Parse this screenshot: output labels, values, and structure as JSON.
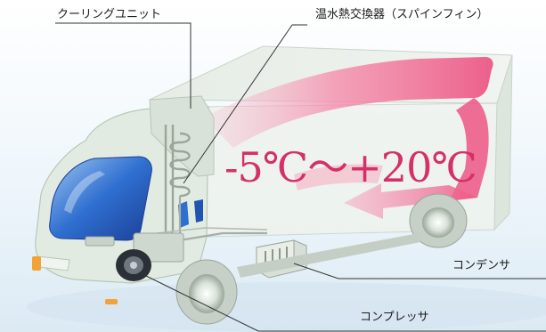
{
  "labels": {
    "cooling_unit": "クーリングユニット",
    "heat_exchanger": "温水熱交換器（スパインフィン）",
    "condenser": "コンデンサ",
    "compressor": "コンプレッサ"
  },
  "temperature_range": "-5℃～+20℃",
  "colors": {
    "temperature_text": "#d4306a",
    "airflow": "#f25f8c",
    "cab_glass": "#2a66c8",
    "body": "#e3ebe3",
    "background": "#eaf4fb"
  }
}
